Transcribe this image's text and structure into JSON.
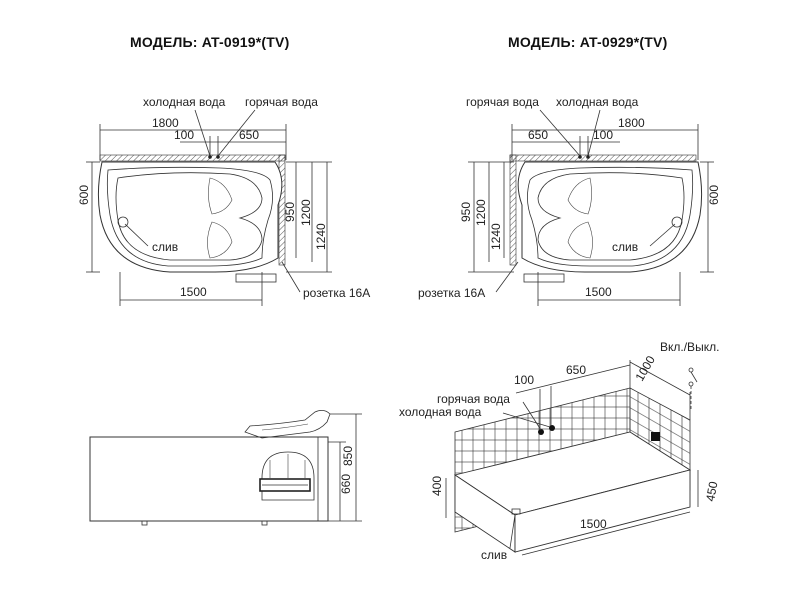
{
  "titles": {
    "left": "МОДЕЛЬ: AT-0919*(TV)",
    "right": "МОДЕЛЬ: AT-0929*(TV)"
  },
  "left_plan": {
    "cold_water": "холодная вода",
    "hot_water": "горячая вода",
    "dim_length_top": "1800",
    "dim_100": "100",
    "dim_650": "650",
    "dim_width": "600",
    "dim_950": "950",
    "dim_1200": "1200",
    "dim_1240": "1240",
    "drain": "слив",
    "dim_length_bottom": "1500",
    "socket": "розетка 16А"
  },
  "right_plan": {
    "hot_water": "горячая вода",
    "cold_water": "холодная вода",
    "dim_length_top": "1800",
    "dim_650": "650",
    "dim_100": "100",
    "dim_width": "600",
    "dim_950": "950",
    "dim_1200": "1200",
    "dim_1240": "1240",
    "drain": "слив",
    "dim_length_bottom": "1500",
    "socket": "розетка 16А"
  },
  "side_view": {
    "dim_660": "660",
    "dim_850": "850"
  },
  "iso_view": {
    "switch": "Вкл./Выкл.",
    "dim_100": "100",
    "dim_650": "650",
    "dim_1000": "1000",
    "hot_water": "горячая вода",
    "cold_water": "холодная вода",
    "dim_400": "400",
    "dim_450": "450",
    "dim_1500": "1500",
    "drain": "слив"
  }
}
